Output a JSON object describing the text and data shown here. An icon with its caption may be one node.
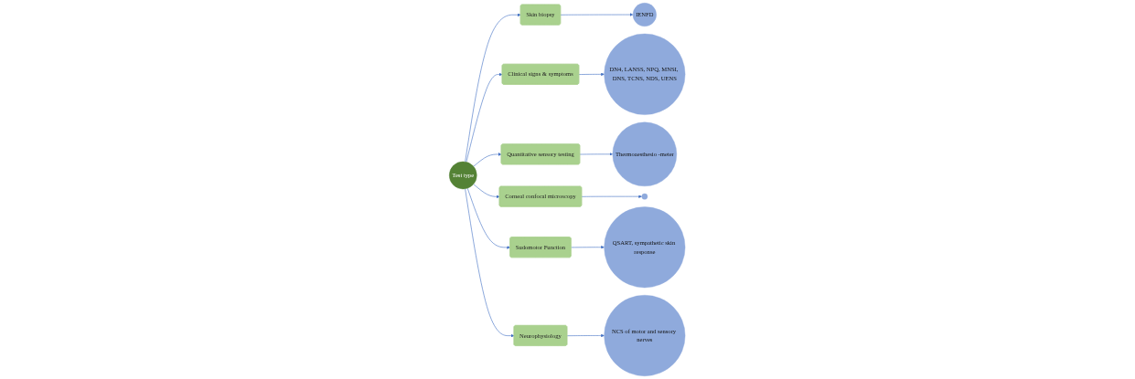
{
  "diagram": {
    "nodes": [
      {
        "text": [
          "IENFD"
        ]
      },
      {
        "text": [
          "Skin biopsy"
        ]
      },
      {
        "text": [
          "Corneal confocal microscopy"
        ]
      },
      {
        "text": [],
        "shape": "circle"
      },
      {
        "text": [
          "DN4, LANSS, NPQ, MNSI, DNS, TCNS, NDS, UENS"
        ]
      },
      {
        "text": [
          "Clinical signs & symptoms"
        ]
      },
      {
        "text": [
          "Test type"
        ]
      },
      {
        "text": [
          "Sudomotor Function"
        ]
      },
      {
        "text": [
          "QSART, sympathetic skin response"
        ]
      },
      {
        "text": [
          "Thermoaesthesio -meter"
        ]
      },
      {
        "text": [
          "Quantitative sensory testing"
        ]
      },
      {
        "text": [
          "Neurophysiology"
        ]
      },
      {
        "text": [
          "NCS of motor and sensory nerves"
        ]
      }
    ],
    "edges": [
      {
        "from": 6,
        "to": 1,
        "arrow": "to"
      },
      {
        "from": 6,
        "to": 5,
        "arrow": "to"
      },
      {
        "from": 6,
        "to": 10,
        "arrow": "to"
      },
      {
        "from": 1,
        "to": 0,
        "arrow": "to"
      },
      {
        "from": 5,
        "to": 4,
        "arrow": "to"
      },
      {
        "from": 10,
        "to": 9,
        "arrow": "to"
      },
      {
        "from": 6,
        "to": 2,
        "arrow": "to"
      },
      {
        "from": 6,
        "to": 7,
        "arrow": "to"
      },
      {
        "from": 6,
        "to": 11,
        "arrow": "to"
      },
      {
        "from": 2,
        "to": 3,
        "arrow": "to"
      },
      {
        "from": 7,
        "to": 8,
        "arrow": "to"
      },
      {
        "from": 11,
        "to": 12,
        "arrow": "to"
      }
    ]
  }
}
